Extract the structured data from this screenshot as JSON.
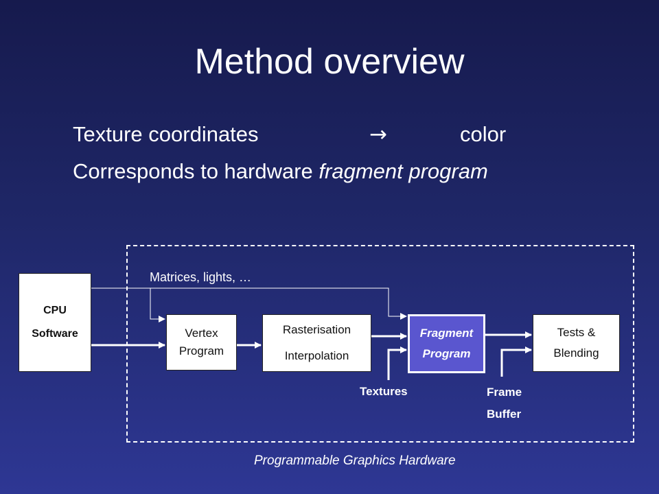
{
  "title": "Method overview",
  "bullets": {
    "line1_left": "Texture coordinates",
    "line1_arrow": "→",
    "line1_right": "color",
    "line2_plain": "Corresponds to hardware ",
    "line2_italic": "fragment program"
  },
  "diagram": {
    "region_label": "Programmable Graphics Hardware",
    "cpu": {
      "line1": "CPU",
      "line2": "Software"
    },
    "vertex": {
      "line1": "Vertex",
      "line2": "Program"
    },
    "raster": {
      "line1": "Rasterisation",
      "line2": "Interpolation"
    },
    "fragment": {
      "line1": "Fragment",
      "line2": "Program"
    },
    "tests": {
      "line1": "Tests &",
      "line2": "Blending"
    },
    "matrices_label": "Matrices, lights, …",
    "textures_label": "Textures",
    "frame_buffer": {
      "line1": "Frame",
      "line2": "Buffer"
    }
  }
}
